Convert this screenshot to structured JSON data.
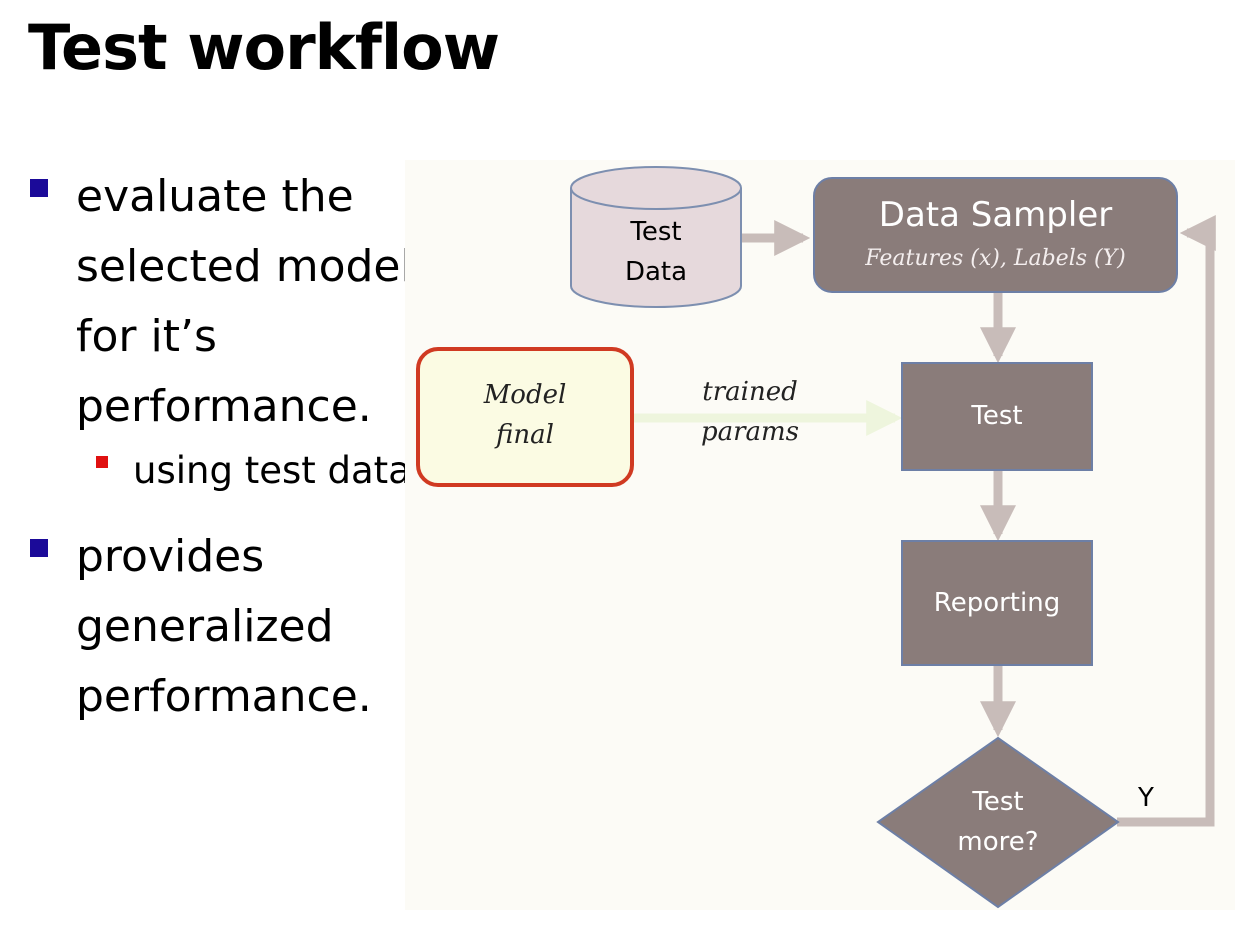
{
  "slide": {
    "title": "Test workflow",
    "bullets": [
      {
        "level": 1,
        "text": "evaluate the selected model for it’s performance."
      },
      {
        "level": 2,
        "text": "using test data"
      },
      {
        "level": 1,
        "text": "provides generalized performance."
      }
    ]
  },
  "diagram": {
    "test_data": {
      "line1": "Test",
      "line2": "Data"
    },
    "data_sampler": {
      "title": "Data Sampler",
      "subtitle": "Features (x), Labels (Y)"
    },
    "model": {
      "line1": "Model",
      "line2": "final"
    },
    "edge_label": {
      "line1": "trained",
      "line2": "params"
    },
    "test": "Test",
    "reporting": "Reporting",
    "decision": {
      "line1": "Test",
      "line2": "more?"
    },
    "loop_label": "Y"
  },
  "colors": {
    "node_fill": "#8a7c7a",
    "cylinder_fill": "#e6d9dc",
    "arrow": "#c8bcb9",
    "model_border": "#d03a22",
    "model_fill": "#fbfbe3",
    "bullet_l1": "#1b0a99",
    "bullet_l2": "#e01010"
  }
}
